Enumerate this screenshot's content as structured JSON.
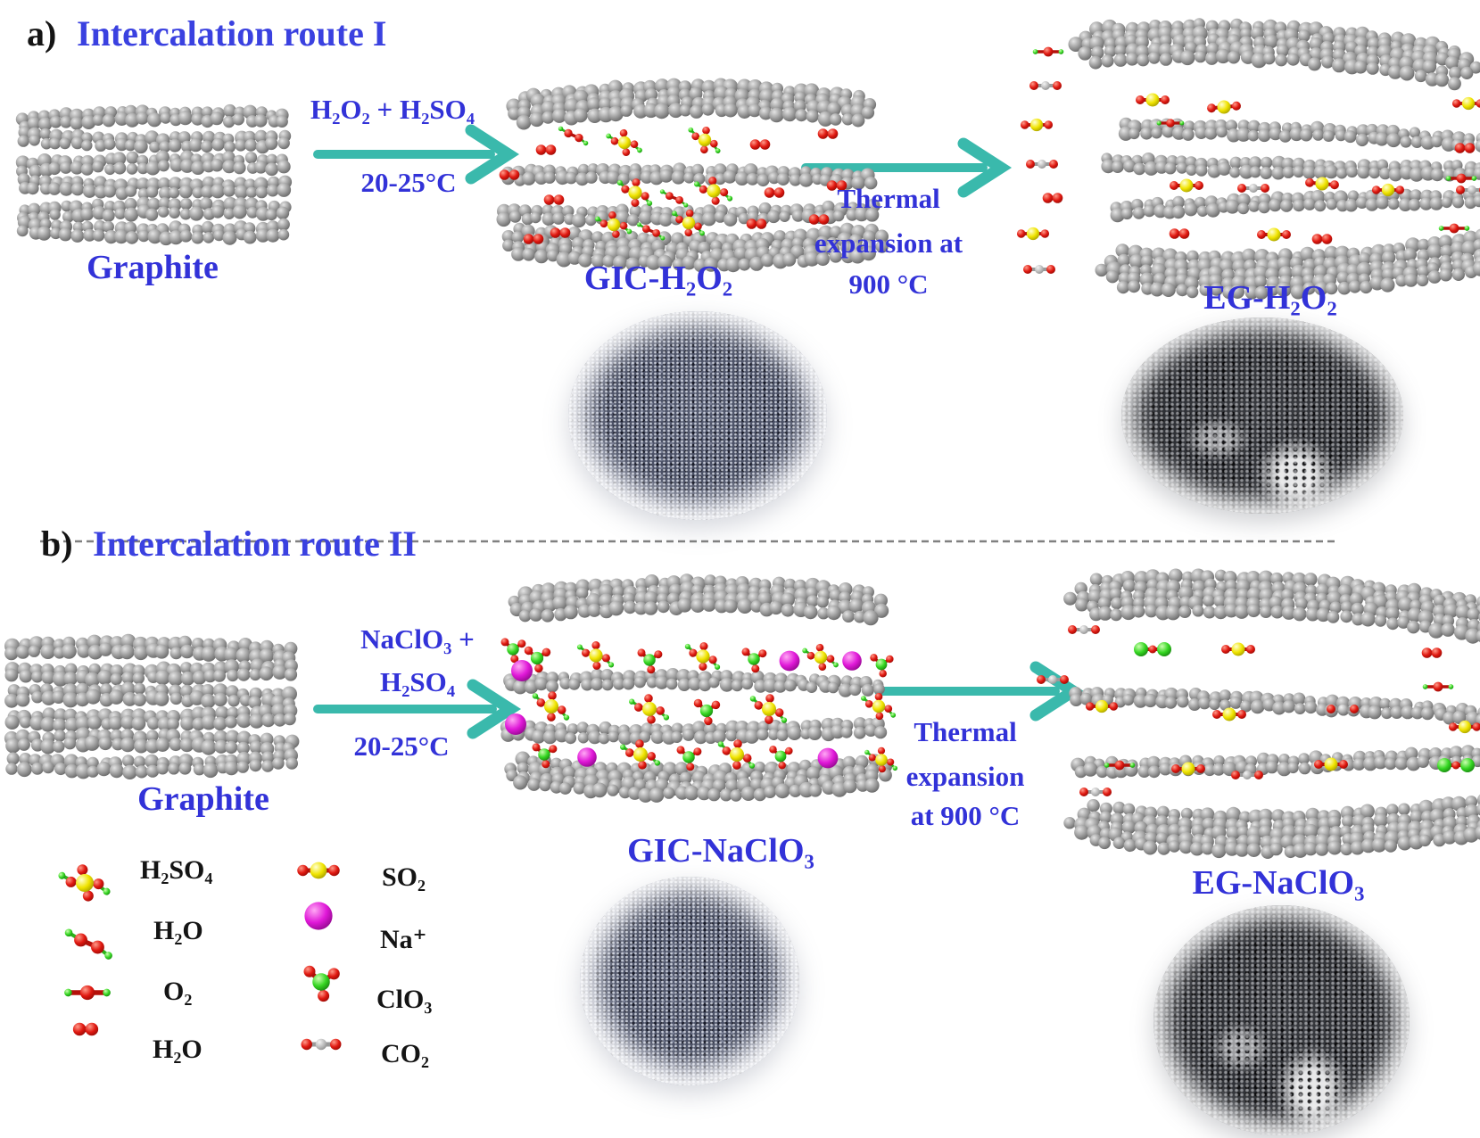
{
  "figure": {
    "colors": {
      "text_blue": "#3232d8",
      "title_blue": "#3a41e0",
      "panel_label_black": "#141414",
      "legend_text_black": "#141414",
      "arrow_teal": "#3ab9ac",
      "divider_gray": "#808080",
      "carbon_gray": "#9b9b9b",
      "oxygen_red": "#e01810",
      "hydrogen_green": "#35d622",
      "sulfur_yellow": "#f0e400",
      "sodium_magenta": "#e018d8",
      "chlorine_green": "#2ecc22",
      "co2_carbon_gray": "#bdbdbd"
    },
    "section_a": {
      "panel_label": "a)",
      "title": "Intercalation route I",
      "graphite_label": "Graphite",
      "step1_above": "H₂O₂ + H₂SO₄",
      "step1_below": "20-25°C",
      "gic_label": "GIC-H₂O₂",
      "step2_lines": [
        "Thermal",
        "expansion at",
        "900 °C"
      ],
      "eg_label": "EG-H₂O₂"
    },
    "section_b": {
      "panel_label": "b)",
      "title": "Intercalation route II",
      "graphite_label": "Graphite",
      "step1_above_lines": [
        "NaClO₃ +",
        "H₂SO₄"
      ],
      "step1_below": "20-25°C",
      "gic_label": "GIC-NaClO₃",
      "step2_lines": [
        "Thermal",
        "expansion",
        "at 900 °C"
      ],
      "eg_label": "EG-NaClO₃"
    },
    "legend": {
      "left": [
        {
          "icon": "h2so4-molecule-icon",
          "label": "H₂SO₄"
        },
        {
          "icon": "h2o2-molecule-icon",
          "label": "H₂O"
        },
        {
          "icon": "h-o-h-molecule-icon",
          "label": "O₂"
        },
        {
          "icon": "o2-molecule-icon",
          "label": "H₂O"
        }
      ],
      "right": [
        {
          "icon": "so2-molecule-icon",
          "label": "SO₂"
        },
        {
          "icon": "na-ion-icon",
          "label": "Na⁺"
        },
        {
          "icon": "clo3-molecule-icon",
          "label": "ClO₃"
        },
        {
          "icon": "co2-molecule-icon",
          "label": "CO₂"
        }
      ]
    }
  }
}
